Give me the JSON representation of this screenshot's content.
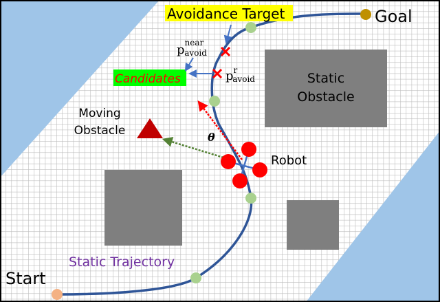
{
  "labels": {
    "goal": "Goal",
    "start": "Start",
    "avoidance_target": "Avoidance Target",
    "candidates": "Candidates",
    "p_near_base": "p",
    "p_near_sup": "near",
    "p_near_sub": "avoid",
    "p_r_base": "p",
    "p_r_sup": "r",
    "p_r_sub": "avoid",
    "static_obstacle_line1": "Static",
    "static_obstacle_line2": "Obstacle",
    "moving_obstacle_line1": "Moving",
    "moving_obstacle_line2": "Obstacle",
    "robot": "Robot",
    "theta": "θ",
    "static_trajectory": "Static Trajectory"
  },
  "colors": {
    "free_space_blue": "#9fc5e8",
    "trajectory": "#2f5597",
    "waypoint": "#a9d18e",
    "goal": "#bf9000",
    "start": "#f4b183",
    "robot": "#ff0000",
    "moving_obstacle": "#c00000",
    "static_obstacle": "#7f7f7f",
    "highlight_yellow": "#ffff00",
    "highlight_green": "#00ff00",
    "trajectory_label": "#7030a0"
  }
}
